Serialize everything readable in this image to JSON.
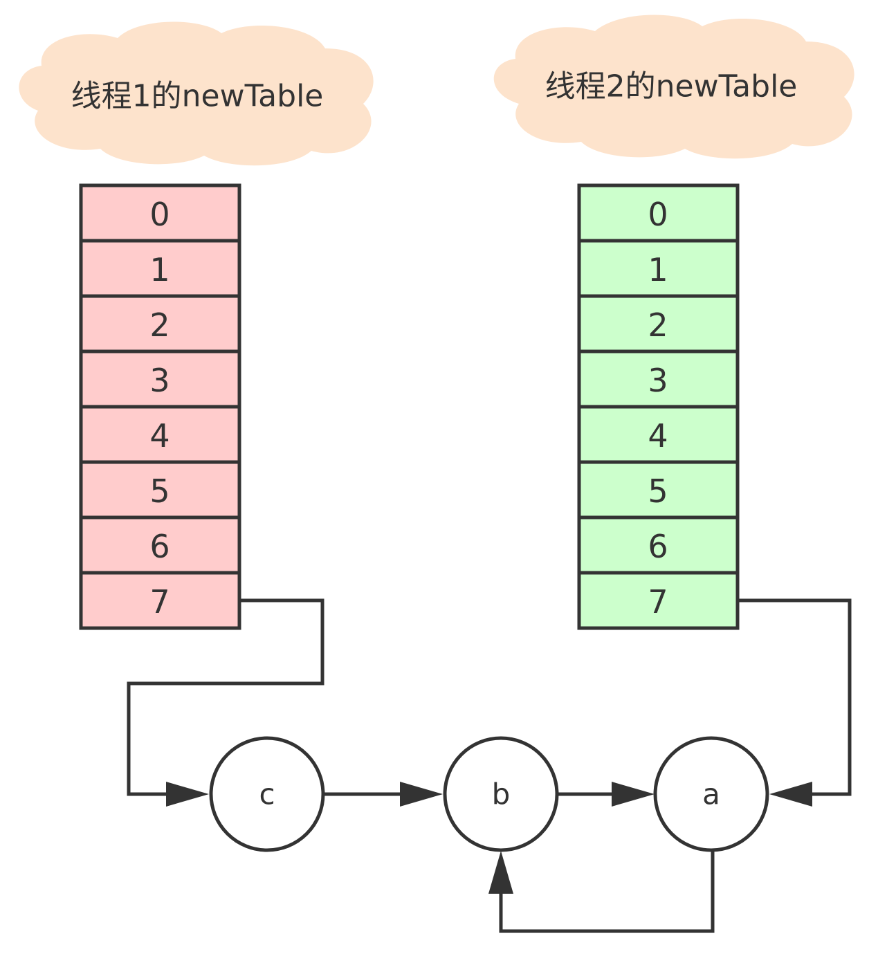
{
  "colors": {
    "cloud_fill": "#fde3cc",
    "thread1_slot_fill": "#ffcccc",
    "thread2_slot_fill": "#ccffcc",
    "stroke": "#333333",
    "text": "#333333"
  },
  "tables": [
    {
      "id": "thread1",
      "title": "线程1的newTable",
      "slots": [
        "0",
        "1",
        "2",
        "3",
        "4",
        "5",
        "6",
        "7"
      ]
    },
    {
      "id": "thread2",
      "title": "线程2的newTable",
      "slots": [
        "0",
        "1",
        "2",
        "3",
        "4",
        "5",
        "6",
        "7"
      ]
    }
  ],
  "nodes": [
    {
      "id": "c",
      "label": "c"
    },
    {
      "id": "b",
      "label": "b"
    },
    {
      "id": "a",
      "label": "a"
    }
  ],
  "edges": [
    {
      "from": "thread1.slot7",
      "to": "c"
    },
    {
      "from": "c",
      "to": "b"
    },
    {
      "from": "b",
      "to": "a"
    },
    {
      "from": "thread2.slot7",
      "to": "a"
    },
    {
      "from": "a",
      "to": "b"
    }
  ]
}
